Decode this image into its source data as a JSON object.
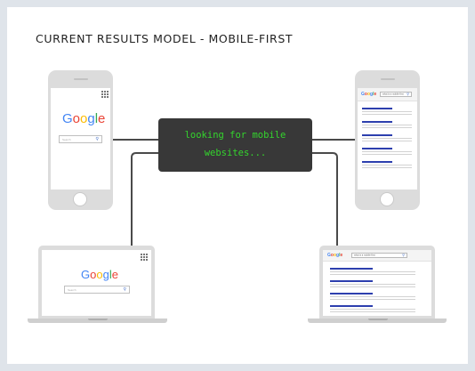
{
  "title": "CURRENT RESULTS MODEL - MOBILE-FIRST",
  "crawler": {
    "line1": "looking for mobile",
    "line2": "websites..."
  },
  "google": {
    "letters": [
      "G",
      "o",
      "o",
      "g",
      "l",
      "e"
    ],
    "colors": [
      "#4285f4",
      "#ea4335",
      "#fbbc05",
      "#4285f4",
      "#34a853",
      "#ea4335"
    ]
  },
  "search": {
    "placeholder": "Search"
  },
  "results_page": {
    "logo": "Google",
    "query": "what is a mobile-first"
  },
  "colors": {
    "crawler_bg": "#383838",
    "crawler_text": "#34d52d",
    "link": "#2d3fae",
    "wire": "#4a4a4a"
  }
}
